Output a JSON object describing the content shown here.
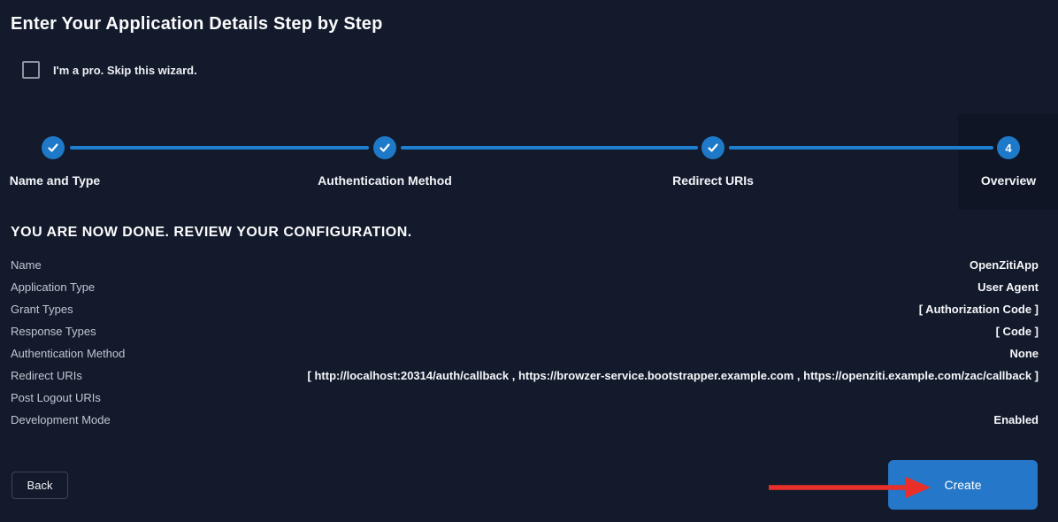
{
  "page": {
    "title": "Enter Your Application Details Step by Step",
    "skip_checkbox_label": "I'm a pro. Skip this wizard.",
    "skip_checkbox_checked": false
  },
  "stepper": {
    "steps": [
      {
        "label": "Name and Type",
        "state": "done"
      },
      {
        "label": "Authentication Method",
        "state": "done"
      },
      {
        "label": "Redirect URIs",
        "state": "done"
      },
      {
        "label": "Overview",
        "state": "current",
        "number": "4"
      }
    ]
  },
  "review": {
    "heading": "YOU ARE NOW DONE. REVIEW YOUR CONFIGURATION.",
    "rows": [
      {
        "label": "Name",
        "value": "OpenZitiApp"
      },
      {
        "label": "Application Type",
        "value": "User Agent"
      },
      {
        "label": "Grant Types",
        "value": "[ Authorization Code ]"
      },
      {
        "label": "Response Types",
        "value": "[ Code ]"
      },
      {
        "label": "Authentication Method",
        "value": "None"
      },
      {
        "label": "Redirect URIs",
        "value": "[ http://localhost:20314/auth/callback , https://browzer-service.bootstrapper.example.com , https://openziti.example.com/zac/callback ]"
      },
      {
        "label": "Post Logout URIs",
        "value": ""
      },
      {
        "label": "Development Mode",
        "value": "Enabled"
      }
    ]
  },
  "footer": {
    "back_label": "Back",
    "create_label": "Create"
  },
  "icons": {
    "check_icon": "checkmark",
    "arrow_icon": "red-pointer-arrow"
  },
  "colors": {
    "background": "#131a2b",
    "overview_panel": "#0f1524",
    "accent_blue": "#1e79c9",
    "line_blue": "#1e7ecf",
    "create_button_blue": "#2577c9",
    "arrow_red": "#ea2f2a"
  }
}
